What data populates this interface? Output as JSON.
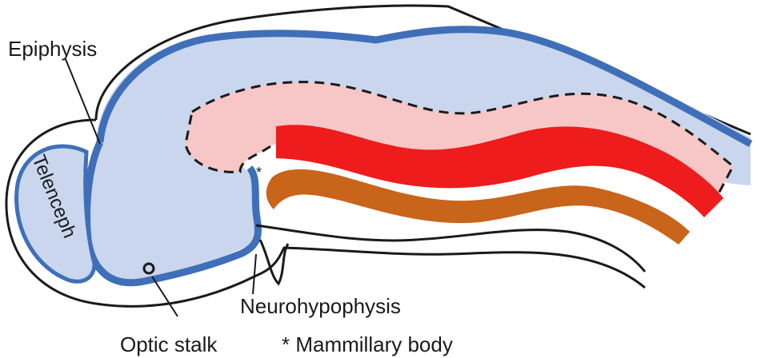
{
  "labels": {
    "epiphysis": "Epiphysis",
    "telenceph": "Telenceph",
    "neurohypophysis": "Neurohypophysis",
    "optic_stalk": "Optic stalk",
    "mammillary_body": "* Mammillary body"
  },
  "colors": {
    "ventricle_fill": "#c9d6ee",
    "wall_blue": "#3f6fb8",
    "floor_pink": "#f7c6c6",
    "floor_red": "#ee1c1c",
    "notochord_brown": "#c8651b",
    "outline": "#1a1a1a"
  }
}
